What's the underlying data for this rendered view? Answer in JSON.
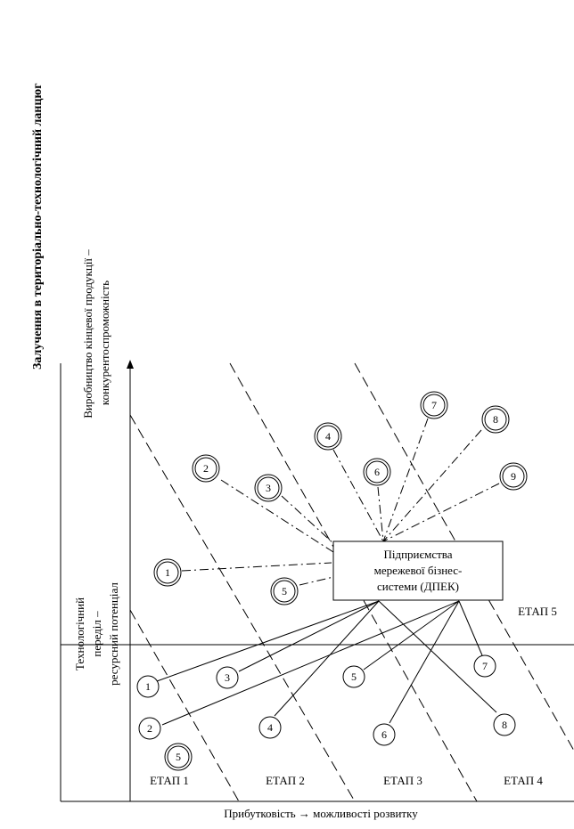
{
  "diagram": {
    "left_title": "Залучення в територіально-технологічний ланцюг",
    "y_axis_label_line1": "Виробництво кінцевої продукції –",
    "y_axis_label_line2": "конкурентоспроможність",
    "lower_axis_label_line1": "Технологічний",
    "lower_axis_label_line2": "переділ –",
    "lower_axis_label_line3": "ресурсний потенціал",
    "x_axis_label": "Прибутковість → можливості розвитку",
    "central_box": {
      "line1": "Підприємства",
      "line2": "мережевої бізнес-",
      "line3": "системи (ДПЕК)"
    },
    "stages": {
      "stage1": "ЕТАП 1",
      "stage2": "ЕТАП 2",
      "stage3": "ЕТАП 3",
      "stage4": "ЕТАП 4",
      "stage5": "ЕТАП 5"
    },
    "upper_nodes": [
      "1",
      "2",
      "3",
      "4",
      "5",
      "6",
      "7",
      "8",
      "9"
    ],
    "lower_nodes": [
      "1",
      "2",
      "3",
      "4",
      "5",
      "6",
      "7",
      "8"
    ],
    "lower_extra_node": "5"
  }
}
